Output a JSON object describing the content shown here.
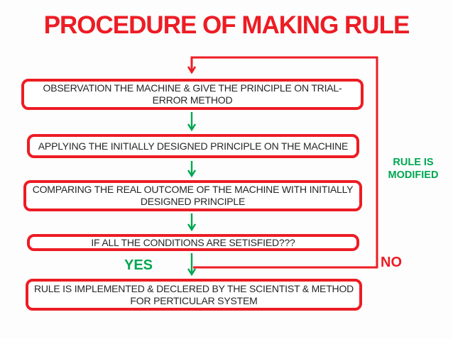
{
  "slide": {
    "title": "PROCEDURE OF MAKING RULE"
  },
  "flowchart": {
    "steps": [
      {
        "id": "step-1",
        "text": "OBSERVATION THE MACHINE & GIVE THE PRINCIPLE ON TRIAL-ERROR METHOD"
      },
      {
        "id": "step-2",
        "text": "APPLYING THE INITIALLY DESIGNED PRINCIPLE ON THE MACHINE"
      },
      {
        "id": "step-3",
        "text": "COMPARING THE REAL OUTCOME OF THE MACHINE WITH INITIALLY DESIGNED PRINCIPLE"
      },
      {
        "id": "step-4",
        "text": "IF ALL THE CONDITIONS ARE SETISFIED???"
      },
      {
        "id": "step-5",
        "text": "RULE IS IMPLEMENTED & DECLERED BY THE SCIENTIST & METHOD FOR PERTICULAR SYSTEM"
      }
    ],
    "branch_labels": {
      "yes": "YES",
      "no": "NO",
      "loop_note": "RULE IS MODIFIED"
    }
  },
  "colors": {
    "red": "#ED1C24",
    "green": "#00A651",
    "ink": "#262626",
    "background": "#FDFDFD"
  }
}
